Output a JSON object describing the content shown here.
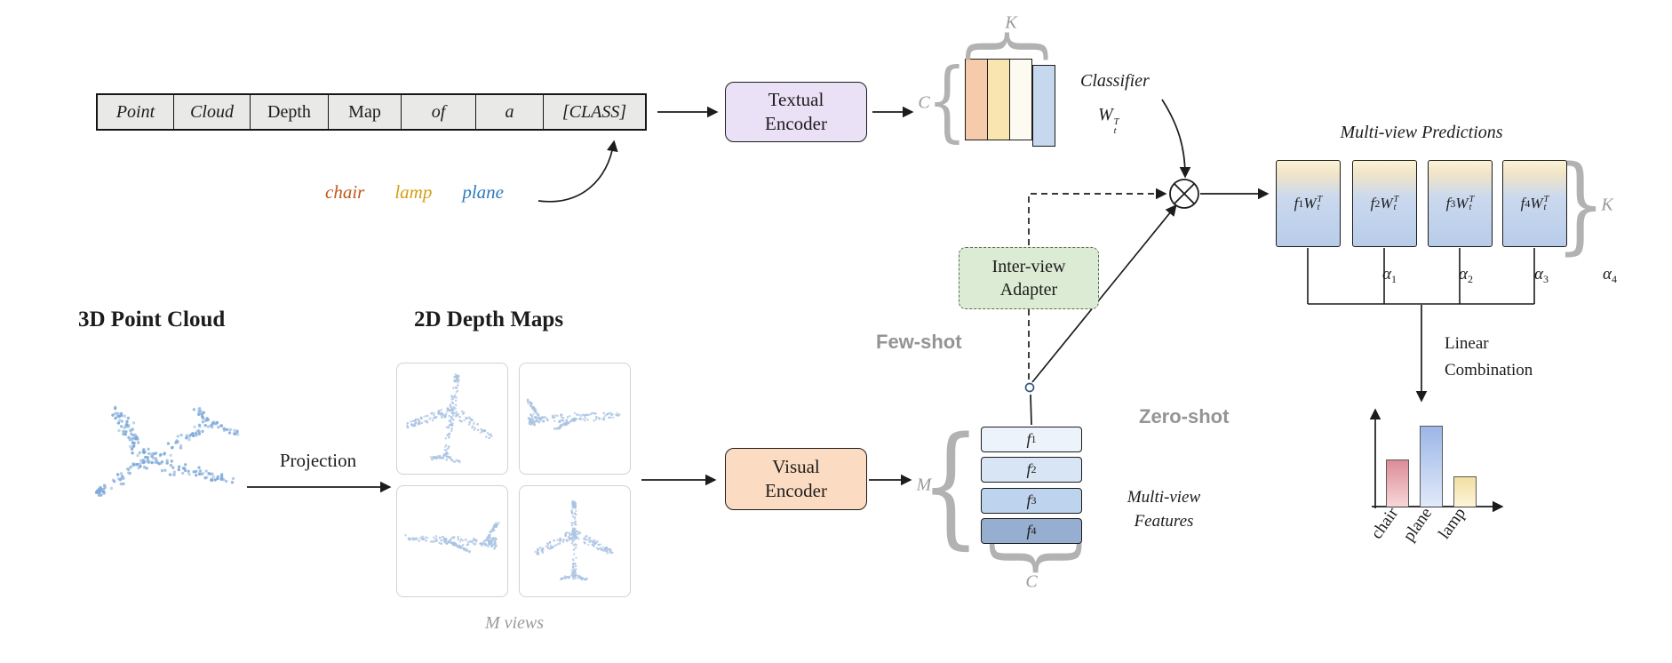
{
  "prompt": {
    "cells": [
      "Point",
      "Cloud",
      "Depth",
      "Map",
      "of",
      "a",
      "[CLASS]"
    ]
  },
  "class_words": [
    {
      "label": "chair",
      "color": "#c2591b"
    },
    {
      "label": "lamp",
      "color": "#d2a017"
    },
    {
      "label": "plane",
      "color": "#2e7cbc"
    }
  ],
  "encoders": {
    "textual": {
      "line1": "Textual",
      "line2": "Encoder",
      "fill": "#ebe1f7"
    },
    "visual": {
      "line1": "Visual",
      "line2": "Encoder",
      "fill": "#fbdcc2"
    },
    "adapter": {
      "line1": "Inter-view",
      "line2": "Adapter",
      "fill": "#dcebd3"
    }
  },
  "labels": {
    "classifier": "Classifier",
    "few_shot": "Few-shot",
    "zero_shot": "Zero-shot",
    "projection": "Projection",
    "point_cloud_title": "3D Point Cloud",
    "depth_maps_title": "2D Depth Maps",
    "m_views": "M views",
    "multi_view_predictions": "Multi-view Predictions",
    "multi_view_features_1": "Multi-view",
    "multi_view_features_2": "Features",
    "linear_combination_1": "Linear",
    "linear_combination_2": "Combination"
  },
  "braces": {
    "k_top": "K",
    "c_left": "C",
    "m_left": "M",
    "c_bottom": "C",
    "k_right": "K"
  },
  "wt": {
    "base": "W",
    "sup": "T",
    "sub": "t"
  },
  "features": [
    {
      "base": "f",
      "sub": "1"
    },
    {
      "base": "f",
      "sub": "2"
    },
    {
      "base": "f",
      "sub": "3"
    },
    {
      "base": "f",
      "sub": "4"
    }
  ],
  "predictions": [
    {
      "base": "f",
      "sub": "1"
    },
    {
      "base": "f",
      "sub": "2"
    },
    {
      "base": "f",
      "sub": "3"
    },
    {
      "base": "f",
      "sub": "4"
    }
  ],
  "alphas": [
    {
      "base": "α",
      "sub": "1"
    },
    {
      "base": "α",
      "sub": "2"
    },
    {
      "base": "α",
      "sub": "3"
    },
    {
      "base": "α",
      "sub": "4"
    }
  ],
  "classifier_columns": [
    "#f5cbab",
    "#f8e5b0",
    "#fdfaf1",
    "#c6d8ee"
  ],
  "feature_row_fills": [
    "#edf3fb",
    "#d8e5f4",
    "#bed3ed",
    "#96aed0"
  ],
  "bar_chart": {
    "type": "bar",
    "categories": [
      "chair",
      "plane",
      "lamp"
    ],
    "values": [
      0.48,
      0.83,
      0.31
    ],
    "ylim": [
      0,
      1
    ],
    "bars": [
      {
        "top": "#dc8b96",
        "bottom": "#f7d7d9"
      },
      {
        "top": "#9cb6e7",
        "bottom": "#e2eafa"
      },
      {
        "top": "#f2dfa2",
        "bottom": "#fdf5d9"
      }
    ]
  }
}
